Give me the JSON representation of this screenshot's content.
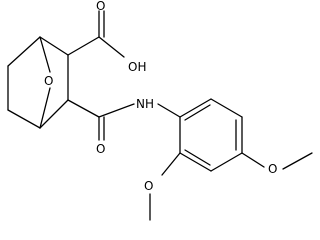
{
  "atom_labels": {
    "oh": "OH",
    "bridge_o": "O",
    "carboxyl_o": "O",
    "nh": "NH",
    "amide_o": "O",
    "ome_o1": "O",
    "ome_o2": "O"
  },
  "colors": {
    "line": "#000000",
    "background": "#ffffff"
  }
}
